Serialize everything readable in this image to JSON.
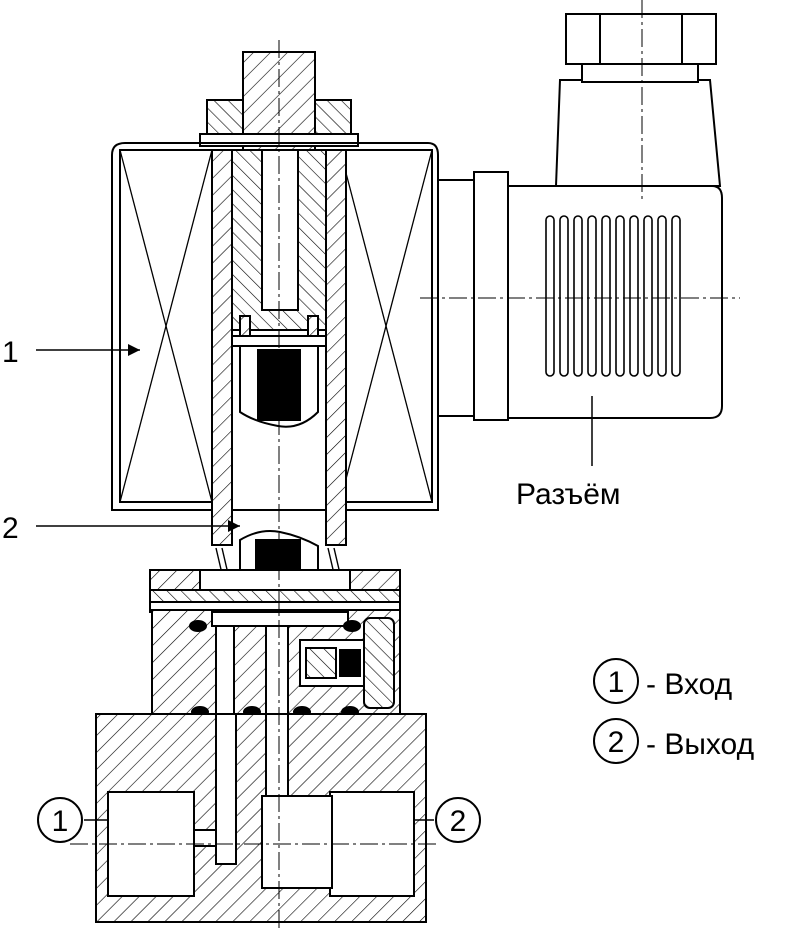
{
  "callouts": {
    "one": "1",
    "two": "2"
  },
  "connector_label": "Разъём",
  "ports": {
    "inlet": "1",
    "outlet": "2"
  },
  "legend": {
    "items": [
      {
        "num": "1",
        "text": "- Вход"
      },
      {
        "num": "2",
        "text": "- Выход"
      }
    ]
  }
}
